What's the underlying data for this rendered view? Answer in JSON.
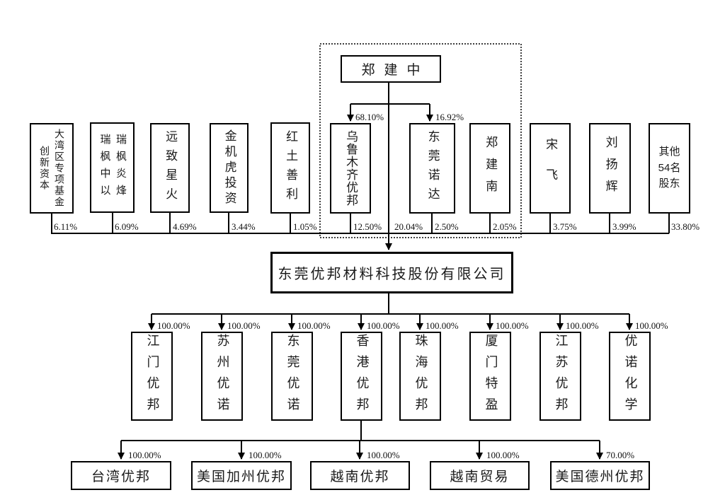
{
  "top_person": {
    "name": "郑建中"
  },
  "person_holdings": [
    {
      "target": "乌鲁木齐优邦",
      "pct": "68.10%"
    },
    {
      "target": "东莞诺达",
      "pct": "16.92%"
    },
    {
      "target": "东莞优邦材料科技股份有限公司",
      "pct": "20.04%"
    }
  ],
  "shareholders": [
    {
      "name": "大湾区专项基金\n创新资本",
      "pct": "6.11%"
    },
    {
      "name": "瑞枫炎烽\n瑞枫中以",
      "pct": "6.09%"
    },
    {
      "name": "远致星火",
      "pct": "4.69%"
    },
    {
      "name": "金机虎投资",
      "pct": "3.44%"
    },
    {
      "name": "红土善利",
      "pct": "1.05%"
    },
    {
      "name": "乌鲁木齐优邦",
      "pct": "12.50%"
    },
    {
      "name": "东莞诺达",
      "pct": "2.50%"
    },
    {
      "name": "郑建南",
      "pct": "2.05%"
    },
    {
      "name": "宋飞",
      "pct": "3.75%"
    },
    {
      "name": "刘扬辉",
      "pct": "3.99%"
    },
    {
      "name": "其他\n54名\n股东",
      "pct": "33.80%"
    }
  ],
  "company": {
    "name": "东莞优邦材料科技股份有限公司"
  },
  "subsidiaries": [
    {
      "name": "江门优邦",
      "pct": "100.00%"
    },
    {
      "name": "苏州优诺",
      "pct": "100.00%"
    },
    {
      "name": "东莞优诺",
      "pct": "100.00%"
    },
    {
      "name": "香港优邦",
      "pct": "100.00%"
    },
    {
      "name": "珠海优邦",
      "pct": "100.00%"
    },
    {
      "name": "厦门特盈",
      "pct": "100.00%"
    },
    {
      "name": "江苏优邦",
      "pct": "100.00%"
    },
    {
      "name": "优诺化学",
      "pct": "100.00%"
    }
  ],
  "hk_subsidiaries": [
    {
      "name": "台湾优邦",
      "pct": "100.00%"
    },
    {
      "name": "美国加州优邦",
      "pct": "100.00%"
    },
    {
      "name": "越南优邦",
      "pct": "100.00%"
    },
    {
      "name": "越南贸易",
      "pct": "100.00%"
    },
    {
      "name": "美国德州优邦",
      "pct": "70.00%"
    }
  ],
  "colors": {
    "line": "#000000",
    "background": "#ffffff",
    "text": "#1a1a1a"
  }
}
